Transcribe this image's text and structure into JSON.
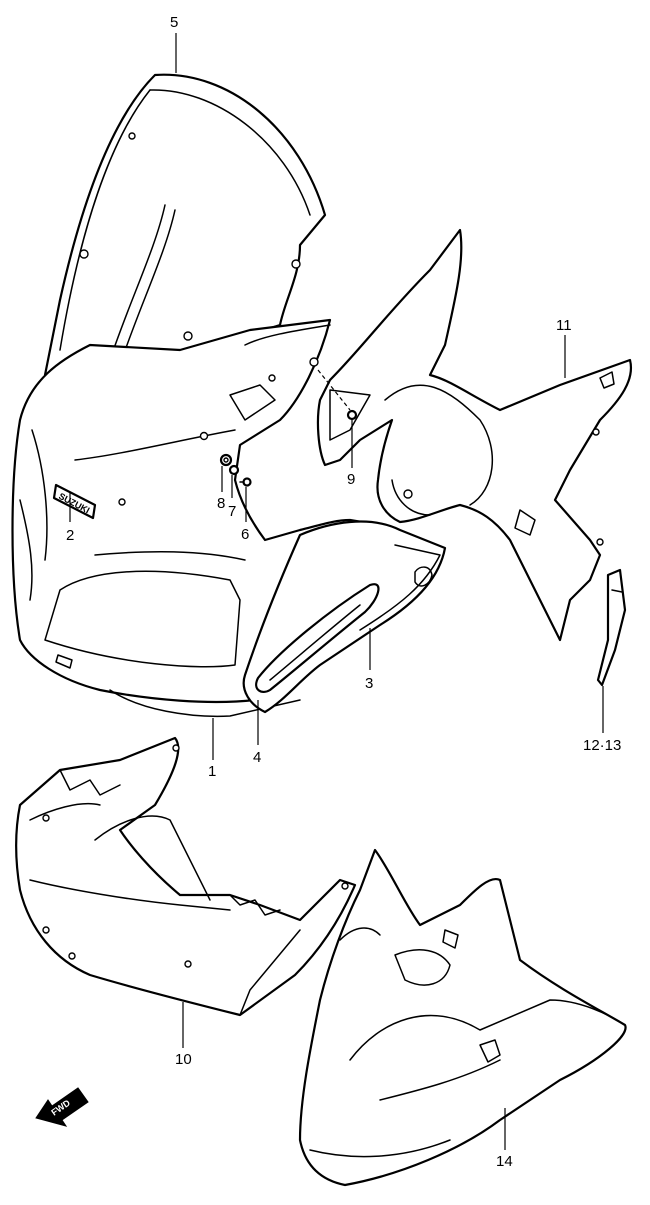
{
  "diagram": {
    "callouts": [
      {
        "id": "1",
        "label": "1"
      },
      {
        "id": "2",
        "label": "2"
      },
      {
        "id": "3",
        "label": "3"
      },
      {
        "id": "4",
        "label": "4"
      },
      {
        "id": "5",
        "label": "5"
      },
      {
        "id": "6",
        "label": "6"
      },
      {
        "id": "7",
        "label": "7"
      },
      {
        "id": "8",
        "label": "8"
      },
      {
        "id": "9",
        "label": "9"
      },
      {
        "id": "10",
        "label": "10"
      },
      {
        "id": "11",
        "label": "11"
      },
      {
        "id": "12-13",
        "label": "12·13"
      },
      {
        "id": "14",
        "label": "14"
      }
    ],
    "brand_emblem": "SUZUKI",
    "fwd_indicator": "FWD"
  },
  "colors": {
    "line": "#000000",
    "background": "#ffffff"
  }
}
